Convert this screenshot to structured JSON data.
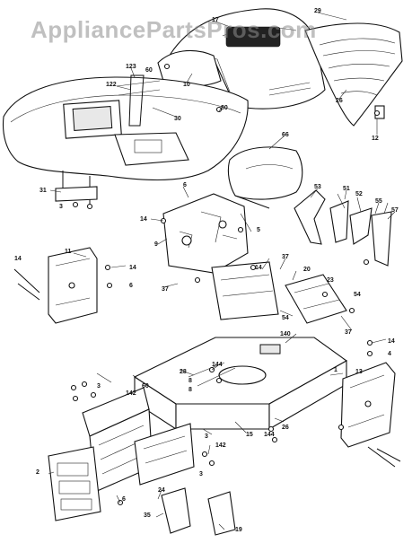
{
  "watermark": "AppliancePartsPros.com",
  "callouts": [
    "17",
    "29",
    "123",
    "60",
    "122",
    "10",
    "26",
    "80",
    "30",
    "12",
    "66",
    "31",
    "3",
    "6",
    "53",
    "51",
    "52",
    "55",
    "57",
    "14",
    "9",
    "5",
    "11",
    "14",
    "37",
    "20",
    "23",
    "54",
    "6",
    "14",
    "14",
    "37",
    "54",
    "37",
    "140",
    "14",
    "4",
    "144",
    "28",
    "8",
    "8",
    "3",
    "142",
    "60",
    "1",
    "13",
    "144",
    "26",
    "15",
    "3",
    "142",
    "3",
    "24",
    "2",
    "6",
    "35",
    "19"
  ]
}
